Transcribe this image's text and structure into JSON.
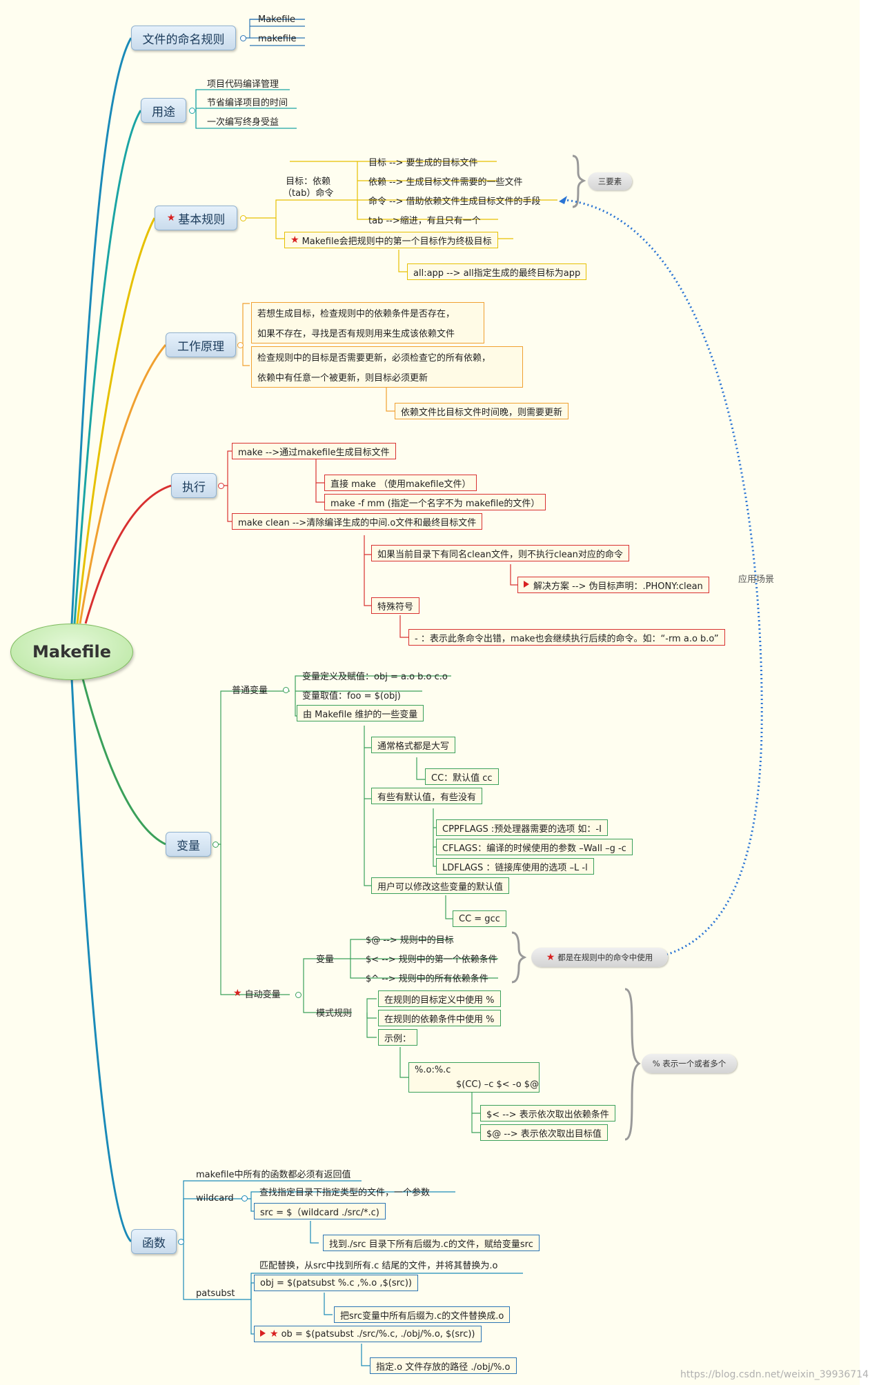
{
  "root": {
    "label": "Makefile"
  },
  "naming": {
    "label": "文件的命名规则",
    "items": [
      "Makefile",
      "makefile"
    ]
  },
  "purpose": {
    "label": "用途",
    "items": [
      "项目代码编译管理",
      "节省编译项目的时间",
      "一次编写终身受益"
    ]
  },
  "basic": {
    "label": "基本规则",
    "target_dep_line1": "目标：依赖",
    "target_dep_line2": "（tab）命令",
    "items": [
      "目标 --> 要生成的目标文件",
      "依赖 --> 生成目标文件需要的一些文件",
      "命令 --> 借助依赖文件生成目标文件的手段",
      "tab -->缩进，有且只有一个"
    ],
    "three_elements": "三要素",
    "final_target": "Makefile会把规则中的第一个目标作为终极目标",
    "all_app": "all:app --> all指定生成的最终目标为app"
  },
  "principle": {
    "label": "工作原理",
    "p1_line1": "若想生成目标，检查规则中的依赖条件是否存在，",
    "p1_line2": "如果不存在，寻找是否有规则用来生成该依赖文件",
    "p2_line1": "检查规则中的目标是否需要更新，必须检查它的所有依赖，",
    "p2_line2": "依赖中有任意一个被更新，则目标必须更新",
    "p3": "依赖文件比目标文件时间晚，则需要更新"
  },
  "execute": {
    "label": "执行",
    "make": "make -->通过makefile生成目标文件",
    "make_direct": "直接 make （使用makefile文件）",
    "make_f": "make -f mm (指定一个名字不为 makefile的文件）",
    "make_clean": "make clean -->清除编译生成的中间.o文件和最终目标文件",
    "same_name": "如果当前目录下有同名clean文件，则不执行clean对应的命令",
    "solution": "解决方案 --> 伪目标声明：.PHONY:clean",
    "special": "特殊符号",
    "dash": "- ：表示此条命令出错，make也会继续执行后续的命令。如：“-rm a.o b.o”"
  },
  "variables": {
    "label": "变量",
    "normal": "普通变量",
    "def": "变量定义及赋值：obj = a.o b.o c.o",
    "get": "变量取值：foo = $(obj)",
    "maintained": "由 Makefile 维护的一些变量",
    "upper": "通常格式都是大写",
    "cc": "CC：默认值 cc",
    "some_default": "有些有默认值，有些没有",
    "cppflags": "CPPFLAGS :预处理器需要的选项 如：-I",
    "cflags": "CFLAGS：编译的时候使用的参数 –Wall –g -c",
    "ldflags": "LDFLAGS ：链接库使用的选项 –L -l",
    "user_modify": "用户可以修改这些变量的默认值",
    "cc_gcc": "CC = gcc",
    "auto": "自动变量",
    "var": "变量",
    "at": "$@ --> 规则中的目标",
    "lt": "$< --> 规则中的第一个依赖条件",
    "caret": "$^ --> 规则中的所有依赖条件",
    "in_commands": "都是在规则中的命令中使用",
    "pattern": "模式规则",
    "p_target": "在规则的目标定义中使用 %",
    "p_dep": "在规则的依赖条件中使用 %",
    "example": "示例：",
    "ex_line1": "%.o:%.c",
    "ex_line2": "$(CC) –c  $< -o $@",
    "ex_lt": "$< --> 表示依次取出依赖条件",
    "ex_at": "$@ --> 表示依次取出目标值",
    "percent": "% 表示一个或者多个"
  },
  "functions": {
    "label": "函数",
    "must_return": "makefile中所有的函数都必须有返回值",
    "wildcard": "wildcard",
    "wc_desc": "查找指定目录下指定类型的文件，一个参数",
    "wc_src": "src = $（wildcard ./src/*.c)",
    "wc_find": "找到./src 目录下所有后缀为.c的文件，赋给变量src",
    "patsubst": "patsubst",
    "ps_desc": "匹配替换，从src中找到所有.c 结尾的文件，并将其替换为.o",
    "ps_obj": "obj = $(patsubst %.c ,%.o ,$(src))",
    "ps_replace": "把src变量中所有后缀为.c的文件替换成.o",
    "ps_ob": "ob = $(patsubst ./src/%.c, ./obj/%.o, $(src))",
    "ps_path": "指定.o 文件存放的路径 ./obj/%.o"
  },
  "app_scene": "应用场景",
  "watermark": "https://blog.csdn.net/weixin_39936714",
  "colors": {
    "blue": "#2a74b4",
    "teal": "#1aa4a4",
    "yellow": "#e6c000",
    "orange": "#f0a030",
    "red": "#d83030",
    "green": "#3aa05a",
    "dotted": "#2a74d4",
    "note_bg": "#fffbe6",
    "canvas": "#fffef0"
  }
}
